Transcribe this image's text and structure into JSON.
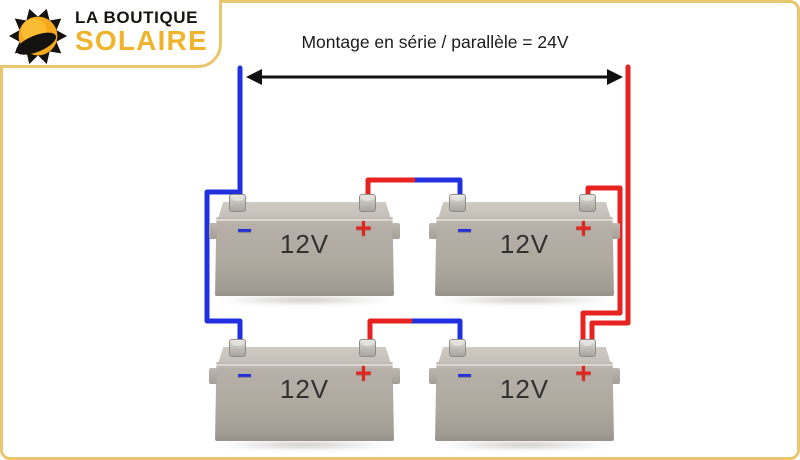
{
  "page": {
    "background_color": "#ffffff",
    "frame_color": "#e9c76f"
  },
  "logo": {
    "line1": "LA BOUTIQUE",
    "line2": "SOLAIRE",
    "line1_color": "#171310",
    "line2_color": "#f0b42c",
    "sun_core_color": "#f6a91e",
    "sun_ray_color": "#151310"
  },
  "diagram": {
    "title": "Montage en série / parallèle = 24V",
    "total_voltage": "24V",
    "wire_negative_color": "#2030df",
    "wire_positive_color": "#e62320",
    "arrow_color": "#111111",
    "batteries": [
      {
        "position": "top-left",
        "voltage": "12V",
        "minus": "−",
        "plus": "+"
      },
      {
        "position": "top-right",
        "voltage": "12V",
        "minus": "−",
        "plus": "+"
      },
      {
        "position": "bottom-left",
        "voltage": "12V",
        "minus": "−",
        "plus": "+"
      },
      {
        "position": "bottom-right",
        "voltage": "12V",
        "minus": "−",
        "plus": "+"
      }
    ]
  }
}
